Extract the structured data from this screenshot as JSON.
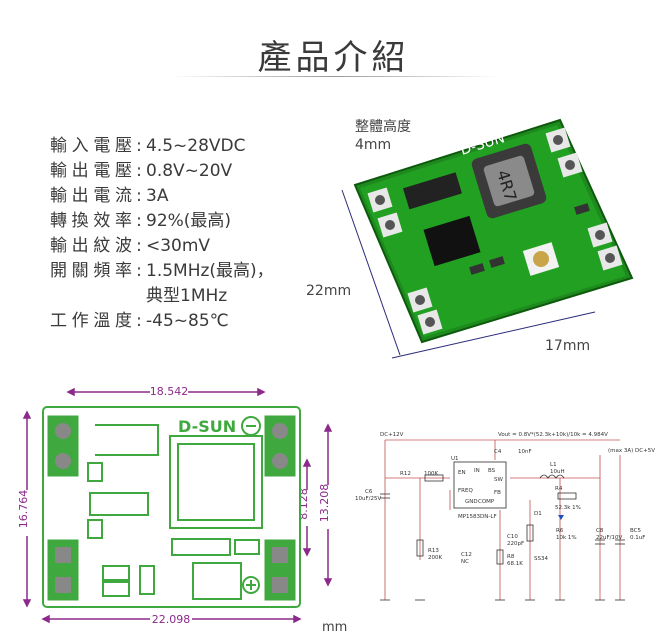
{
  "title": "產品介紹",
  "specs": [
    {
      "label": "輸入電壓",
      "value": "4.5~28VDC"
    },
    {
      "label": "輸出電壓",
      "value": "0.8V~20V"
    },
    {
      "label": "輸出電流",
      "value": "3A"
    },
    {
      "label": "轉換效率",
      "value": "92%(最高)"
    },
    {
      "label": "輸出紋波",
      "value": "<30mV"
    },
    {
      "label": "開關頻率",
      "value": "1.5MHz(最高)，",
      "continuation": "典型1MHz"
    },
    {
      "label": "工作溫度",
      "value": "-45~85℃"
    }
  ],
  "photo": {
    "height_label": "整體高度",
    "height_value": "4mm",
    "dim_left": "22mm",
    "dim_bottom": "17mm",
    "brand": "D-SUN",
    "inductor_mark": "4R7"
  },
  "drawing": {
    "brand": "D-SUN",
    "dim_top": "18.542",
    "dim_bottom": "22.098",
    "dim_left": "16.764",
    "dim_right_inner": "8.128",
    "dim_right_outer": "13.208",
    "unit": "mm",
    "colors": {
      "outline": "#4caf50",
      "dimension": "#8b2a8b"
    }
  },
  "schematic": {
    "vin": "DC+12V",
    "vout_formula": "Vout = 0.8V*(52.3k+10k)/10k = 4.984V",
    "vout": "(max 3A) DC+5V",
    "ic_ref": "U1",
    "ic_part": "MP1583DN-LF",
    "pins": [
      "EN",
      "FREQ",
      "IN",
      "BS",
      "SW",
      "FB",
      "COMP",
      "GND"
    ],
    "components": [
      {
        "ref": "R12",
        "value": "100K"
      },
      {
        "ref": "C6",
        "value": "10uF/25V"
      },
      {
        "ref": "C4",
        "value": "10nF"
      },
      {
        "ref": "L1",
        "value": "10uH"
      },
      {
        "ref": "R4",
        "value": "52.3k 1%"
      },
      {
        "ref": "R6",
        "value": "10k 1%"
      },
      {
        "ref": "C8",
        "value": "22uF/10V"
      },
      {
        "ref": "BC5",
        "value": "0.1uF"
      },
      {
        "ref": "R13",
        "value": "200K"
      },
      {
        "ref": "C12",
        "value": "NC"
      },
      {
        "ref": "C10",
        "value": "220pF"
      },
      {
        "ref": "R8",
        "value": "68.1K"
      },
      {
        "ref": "D1",
        "value": "SS34"
      }
    ]
  }
}
